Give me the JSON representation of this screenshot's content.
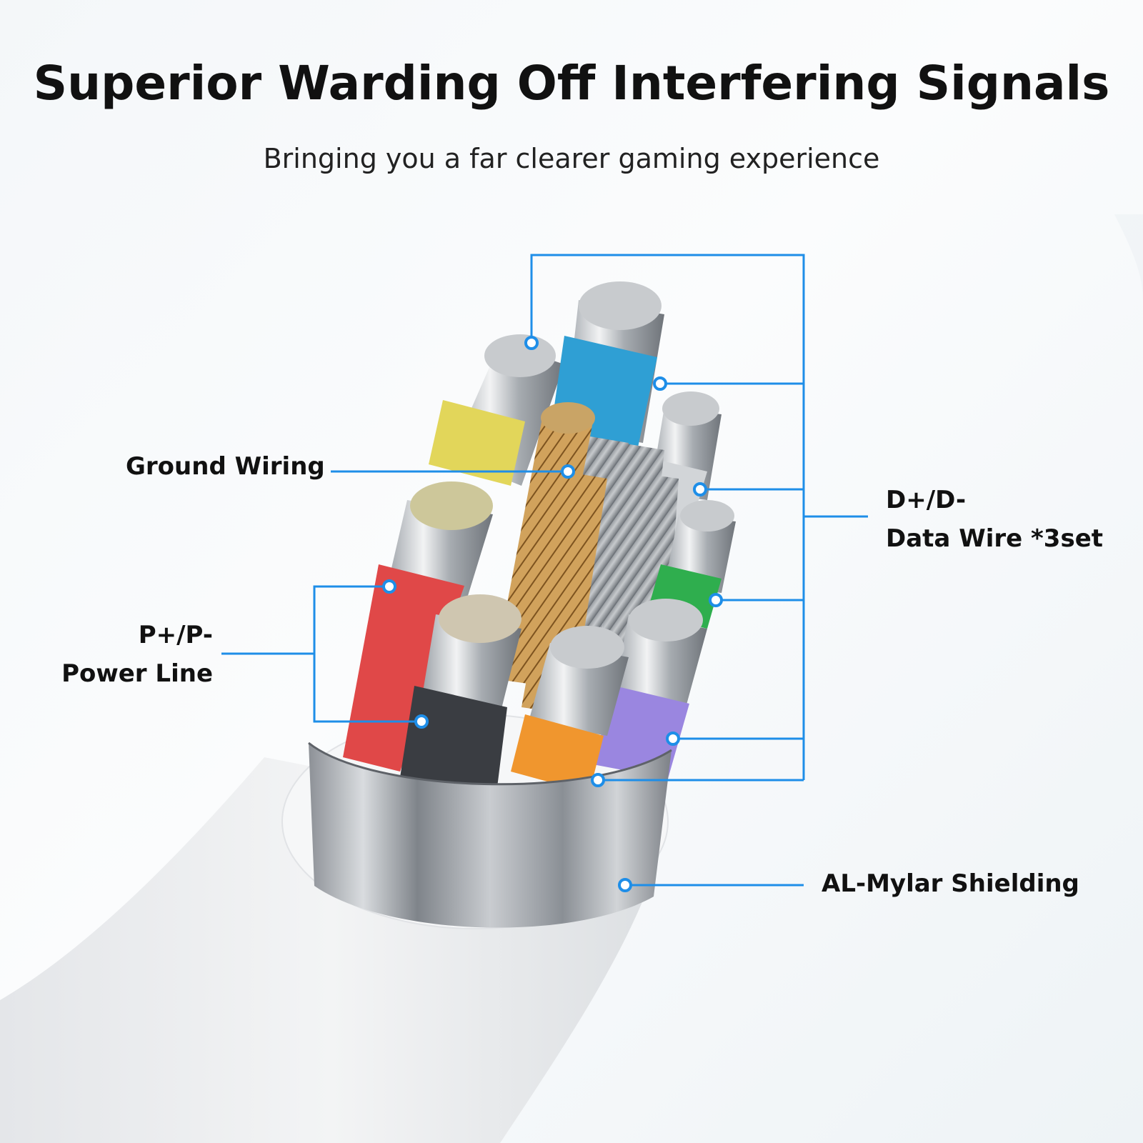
{
  "header": {
    "title": "Superior Warding Off Interfering Signals",
    "subtitle": "Bringing you a far clearer gaming experience"
  },
  "callouts": {
    "ground": {
      "lines": [
        "Ground Wiring"
      ]
    },
    "power": {
      "lines": [
        "P+/P-",
        "Power Line"
      ]
    },
    "data": {
      "lines": [
        "D+/D-",
        "Data Wire *3set"
      ]
    },
    "shield": {
      "lines": [
        "AL-Mylar Shielding"
      ]
    }
  },
  "colors": {
    "leader_line": "#1e8ee8",
    "wire_yellow": "#e2d65a",
    "wire_blue": "#2f9fd4",
    "wire_white": "#d2d5d8",
    "wire_green": "#2fae4e",
    "wire_red": "#e04848",
    "wire_black": "#3a3d42",
    "wire_orange": "#f0962e",
    "wire_purple": "#9a86e0",
    "copper": "#c99a52",
    "jacket": "#eceef0",
    "shield": "#a9adb2"
  }
}
